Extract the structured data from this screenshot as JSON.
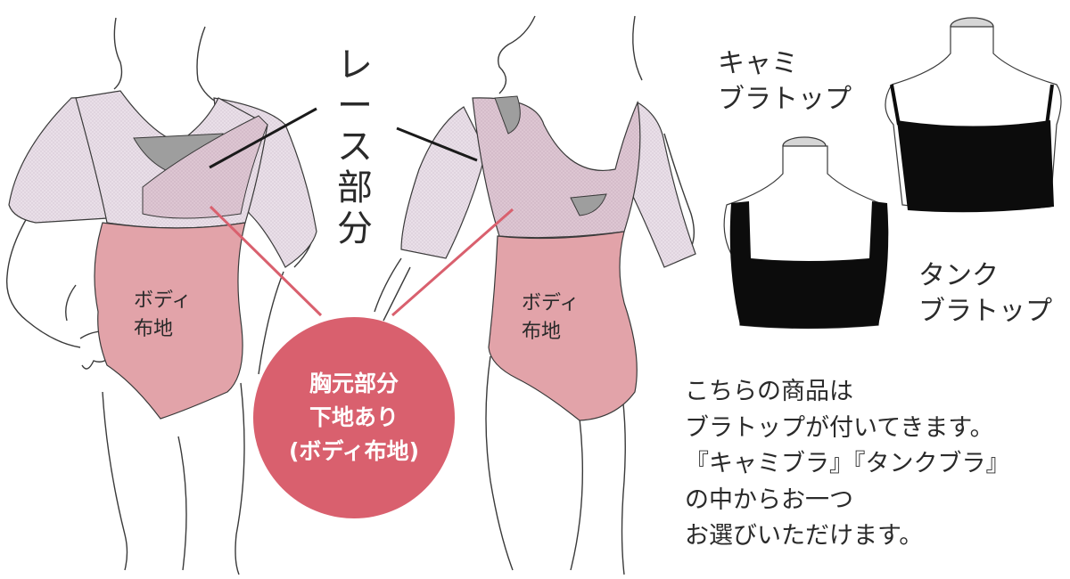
{
  "annotations": {
    "lace_label": [
      "レ",
      "ー",
      "ス",
      "部",
      "分"
    ],
    "body_fabric_left": [
      "ボディ",
      "布地"
    ],
    "body_fabric_right": [
      "ボディ",
      "布地"
    ],
    "circle_callout": [
      "胸元部分",
      "下地あり",
      "(ボディ布地)"
    ]
  },
  "bra_options": {
    "cami": [
      "キャミ",
      "ブラトップ"
    ],
    "tank": [
      "タンク",
      "ブラトップ"
    ]
  },
  "notice_lines": [
    "こちらの商品は",
    "ブラトップが付いてきます。",
    "『キャミブラ』『タンクブラ』",
    "の中からお一つ",
    "お選びいただけます。"
  ],
  "colors": {
    "lace": "#e8dde6",
    "body_fabric": "#e2a3a9",
    "callout": "#d9606e",
    "pointer_line": "#d9606e",
    "bra": "#0c0c0c",
    "mannequin": "#d6d6d6",
    "gray_insert": "#9e9e9e"
  }
}
